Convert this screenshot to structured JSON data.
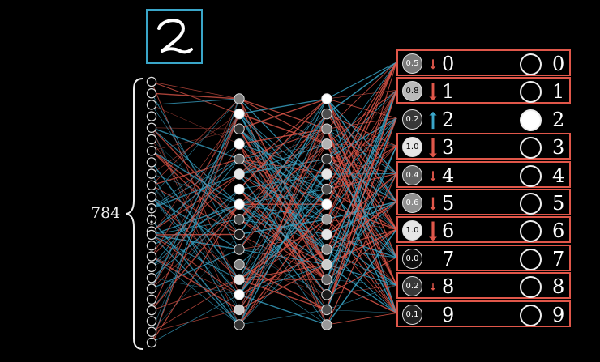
{
  "input_digit": "2",
  "input_count": "784",
  "colors": {
    "positive": "#3aa6c9",
    "negative": "#e0574a",
    "node": "#ffffff"
  },
  "layer1_activations": [
    0.5,
    1,
    0.2,
    1,
    0.4,
    0.9,
    1,
    1,
    0.3,
    0.1,
    0.2,
    0.5,
    0.9,
    1,
    0.8,
    0.2
  ],
  "layer2_activations": [
    1,
    0.3,
    0.5,
    0.7,
    0.2,
    0.9,
    0.3,
    1,
    0.6,
    0.9,
    0.5,
    0.8,
    0.4,
    0.1,
    0.3,
    0.6
  ],
  "outputs": [
    {
      "label": "0",
      "activation": "0.5",
      "level": 0.5,
      "nudge": "down",
      "strength": 0.35,
      "target": "0",
      "target_on": false,
      "boxed": true
    },
    {
      "label": "1",
      "activation": "0.8",
      "level": 0.8,
      "nudge": "down",
      "strength": 0.85,
      "target": "1",
      "target_on": false,
      "boxed": true
    },
    {
      "label": "2",
      "activation": "0.2",
      "level": 0.2,
      "nudge": "up",
      "strength": 0.85,
      "target": "2",
      "target_on": true,
      "boxed": false
    },
    {
      "label": "3",
      "activation": "1.0",
      "level": 1.0,
      "nudge": "down",
      "strength": 1.0,
      "target": "3",
      "target_on": false,
      "boxed": true
    },
    {
      "label": "4",
      "activation": "0.4",
      "level": 0.4,
      "nudge": "down",
      "strength": 0.35,
      "target": "4",
      "target_on": false,
      "boxed": true
    },
    {
      "label": "5",
      "activation": "0.6",
      "level": 0.6,
      "nudge": "down",
      "strength": 0.55,
      "target": "5",
      "target_on": false,
      "boxed": true
    },
    {
      "label": "6",
      "activation": "1.0",
      "level": 1.0,
      "nudge": "down",
      "strength": 1.0,
      "target": "6",
      "target_on": false,
      "boxed": true
    },
    {
      "label": "7",
      "activation": "0.0",
      "level": 0.0,
      "nudge": "none",
      "strength": 0,
      "target": "7",
      "target_on": false,
      "boxed": true
    },
    {
      "label": "8",
      "activation": "0.2",
      "level": 0.2,
      "nudge": "down",
      "strength": 0.15,
      "target": "8",
      "target_on": false,
      "boxed": true
    },
    {
      "label": "9",
      "activation": "0.1",
      "level": 0.1,
      "nudge": "none",
      "strength": 0,
      "target": "9",
      "target_on": false,
      "boxed": true
    }
  ]
}
